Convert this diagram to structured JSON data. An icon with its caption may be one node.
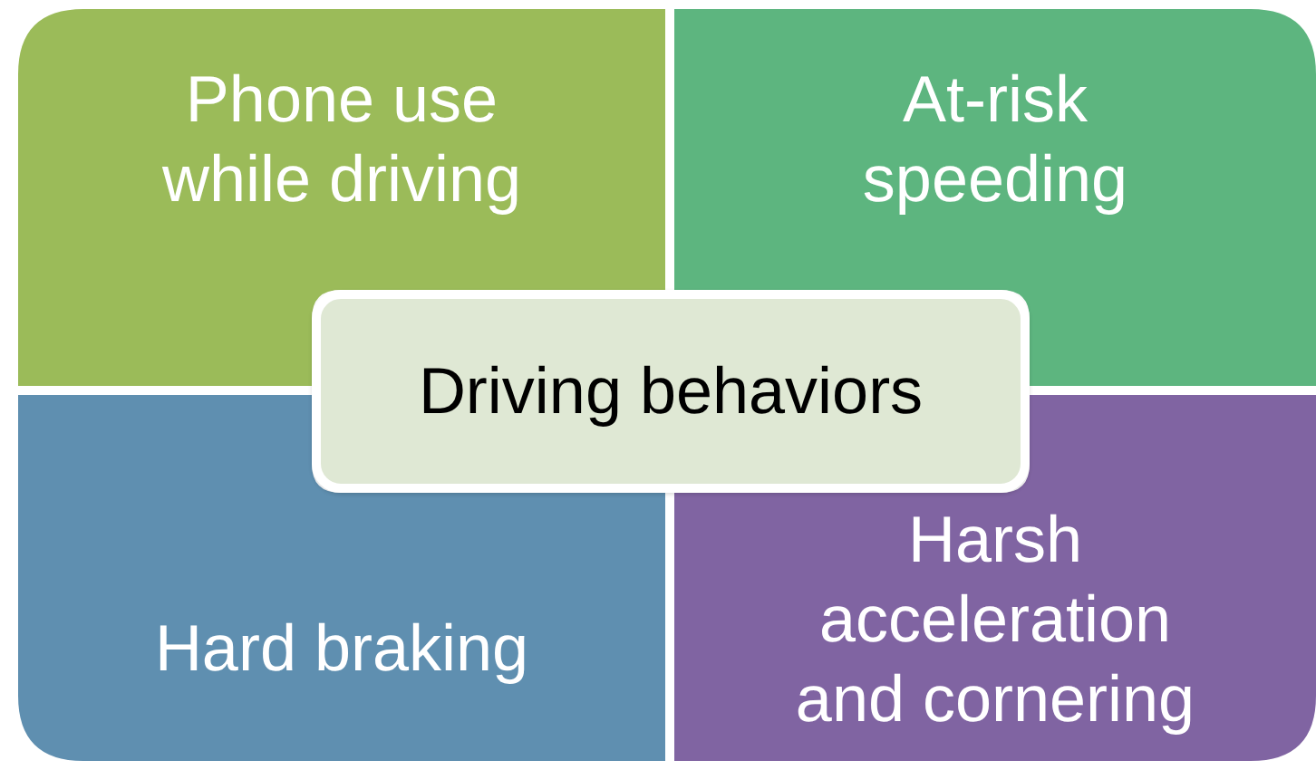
{
  "diagram": {
    "nodes": [
      {
        "text": [
          "Phone use while driving"
        ]
      },
      {
        "text": [
          "At-risk speeding"
        ]
      },
      {
        "text": [
          "Driving behaviors"
        ]
      },
      {
        "text": [
          "Hard braking"
        ]
      },
      {
        "text": [
          "Harsh acceleration and cornering"
        ]
      }
    ]
  }
}
